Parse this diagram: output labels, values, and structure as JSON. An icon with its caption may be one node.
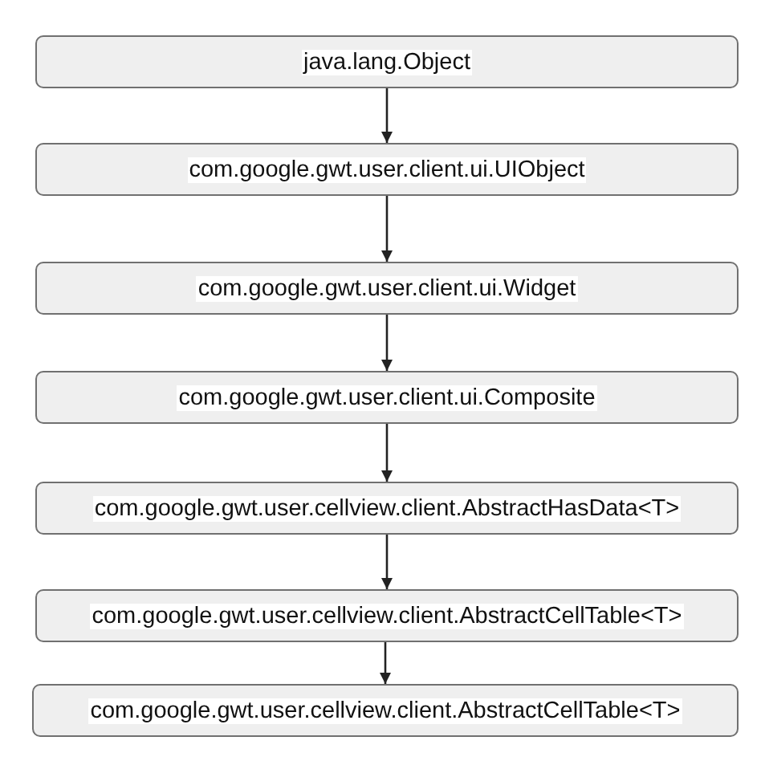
{
  "diagram": {
    "nodes": [
      {
        "text": [
          "java.lang.Object"
        ]
      },
      {
        "text": [
          "com.google.gwt.user.client.ui.UIObject"
        ]
      },
      {
        "text": [
          "com.google.gwt.user.client.ui.Widget"
        ]
      },
      {
        "text": [
          "com.google.gwt.user.client.ui.Composite"
        ]
      },
      {
        "text": [
          "com.google.gwt.user.cellview.client.AbstractHasData<T>"
        ]
      },
      {
        "text": [
          "com.google.gwt.user.cellview.client.AbstractCellTable<T>"
        ]
      },
      {
        "text": [
          "com.google.gwt.user.cellview.client.AbstractCellTable<T>"
        ]
      }
    ],
    "edges": [
      {
        "from": 0,
        "to": 1,
        "arrow": "to"
      },
      {
        "from": 1,
        "to": 2,
        "arrow": "to"
      },
      {
        "from": 2,
        "to": 3,
        "arrow": "to"
      },
      {
        "from": 3,
        "to": 4,
        "arrow": "to"
      },
      {
        "from": 4,
        "to": 5,
        "arrow": "to"
      },
      {
        "from": 5,
        "to": 6,
        "arrow": "to"
      }
    ]
  }
}
